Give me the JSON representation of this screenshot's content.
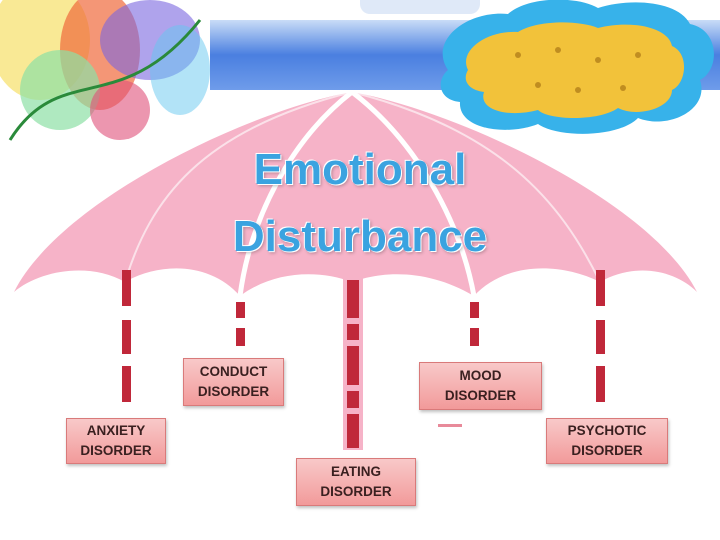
{
  "title": {
    "line1": "Emotional",
    "line2": "Disturbance"
  },
  "categories": [
    {
      "line1": "ANXIETY",
      "line2": "DISORDER"
    },
    {
      "line1": "CONDUCT",
      "line2": "DISORDER"
    },
    {
      "line1": "EATING",
      "line2": "DISORDER"
    },
    {
      "line1": "MOOD",
      "line2": "DISORDER"
    },
    {
      "line1": "PSYCHOTIC",
      "line2": "DISORDER"
    }
  ],
  "colors": {
    "umbrella": "#f6b3c8",
    "title": "#3aa3e0",
    "pole": "#c0283a",
    "box": "#f4aaaa"
  }
}
